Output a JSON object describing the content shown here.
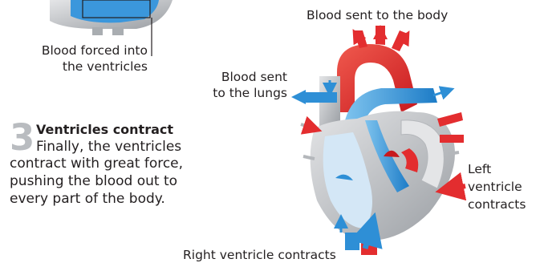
{
  "labels": {
    "blood_forced_line1": "Blood forced into",
    "blood_forced_line2": "the ventricles",
    "blood_lungs_line1": "Blood sent",
    "blood_lungs_line2": "to the lungs",
    "blood_body": "Blood sent to the body",
    "left_line1": "Left",
    "left_line2": "ventricle",
    "left_line3": "contracts",
    "right_ventricle": "Right ventricle contracts"
  },
  "step": {
    "number": "3",
    "title": "Ventricles contract",
    "line1": "Finally, the ventricles",
    "line2": "contract with great force,",
    "line3": "pushing the blood out to",
    "line4": "every part of the body."
  },
  "colors": {
    "oxygenated": "#e32d2f",
    "deoxygenated": "#2e8fd6",
    "tissue": "#c7c9cc",
    "tissue_dark": "#8f9398",
    "step_number": "#b9bcc0",
    "text": "#231f20"
  }
}
